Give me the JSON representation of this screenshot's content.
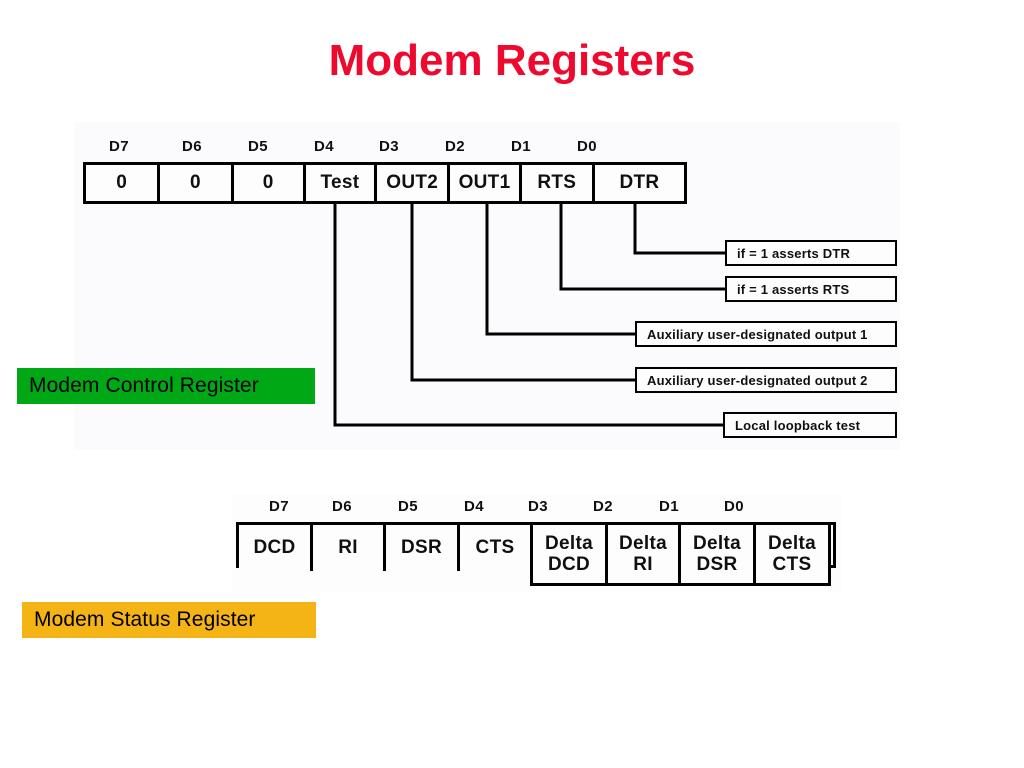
{
  "slide": {
    "title": "Modem Registers",
    "title_color": "#ED0A2E"
  },
  "control_register": {
    "name_label": "Modem Control Register",
    "name_label_bg": "#00A816",
    "bit_labels": [
      "D7",
      "D6",
      "D5",
      "D4",
      "D3",
      "D2",
      "D1",
      "D0"
    ],
    "cells": [
      "0",
      "0",
      "0",
      "Test",
      "OUT2",
      "OUT1",
      "RTS",
      "DTR"
    ],
    "callouts": [
      "if = 1 asserts DTR",
      "if = 1 asserts RTS",
      "Auxiliary user-designated output 1",
      "Auxiliary user-designated output 2",
      "Local loopback test"
    ]
  },
  "status_register": {
    "name_label": "Modem Status Register",
    "name_label_bg": "#F5B415",
    "bit_labels": [
      "D7",
      "D6",
      "D5",
      "D4",
      "D3",
      "D2",
      "D1",
      "D0"
    ],
    "cells": [
      {
        "line1": "DCD",
        "line2": ""
      },
      {
        "line1": "RI",
        "line2": ""
      },
      {
        "line1": "DSR",
        "line2": ""
      },
      {
        "line1": "CTS",
        "line2": ""
      },
      {
        "line1": "Delta",
        "line2": "DCD"
      },
      {
        "line1": "Delta",
        "line2": "RI"
      },
      {
        "line1": "Delta",
        "line2": "DSR"
      },
      {
        "line1": "Delta",
        "line2": "CTS"
      }
    ]
  }
}
